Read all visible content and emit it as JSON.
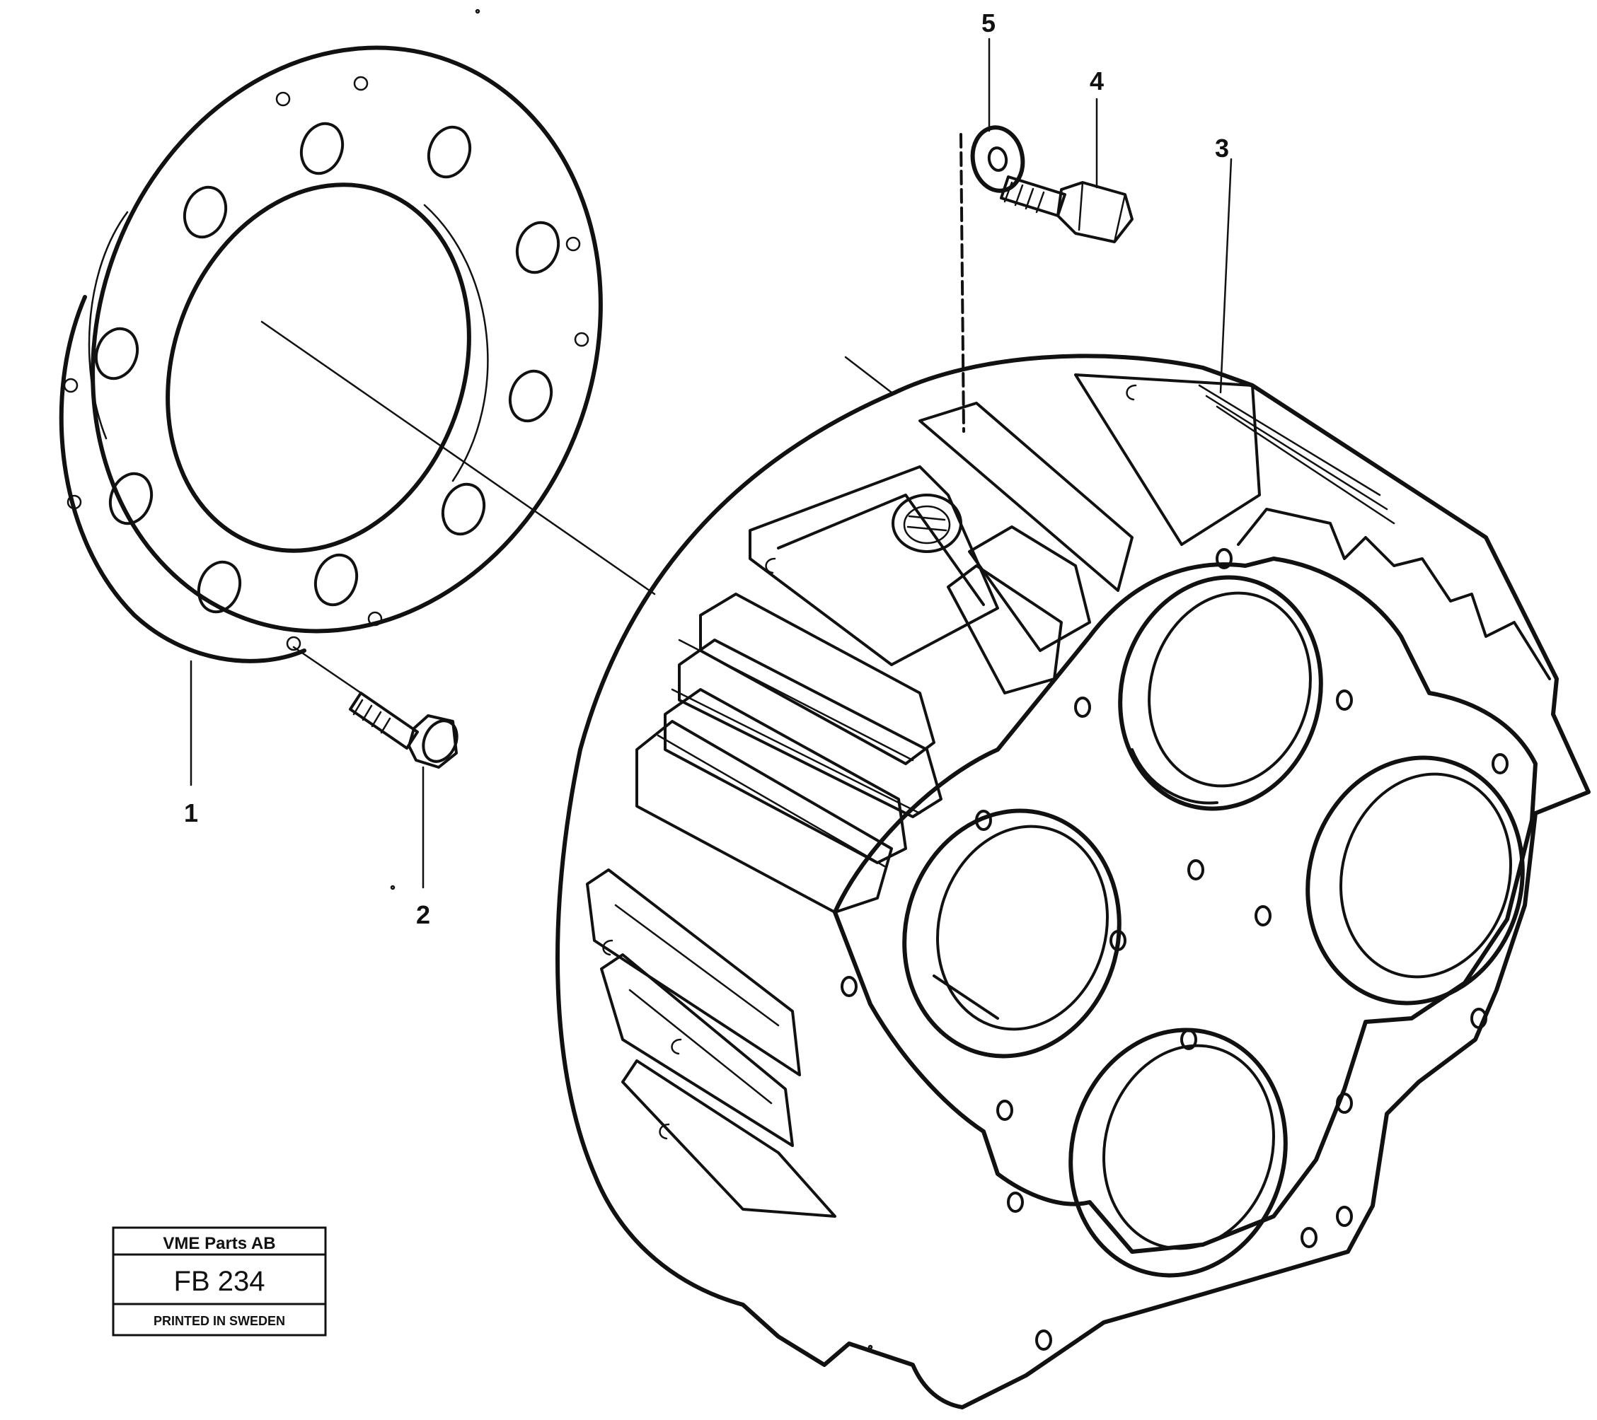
{
  "callouts": [
    {
      "id": "1",
      "label": "1"
    },
    {
      "id": "2",
      "label": "2"
    },
    {
      "id": "3",
      "label": "3"
    },
    {
      "id": "4",
      "label": "4"
    },
    {
      "id": "5",
      "label": "5"
    }
  ],
  "stamp": {
    "company": "VME Parts AB",
    "code": "FB 234",
    "printed": "PRINTED IN SWEDEN"
  },
  "colors": {
    "ink": "#111111",
    "paper": "#ffffff"
  }
}
